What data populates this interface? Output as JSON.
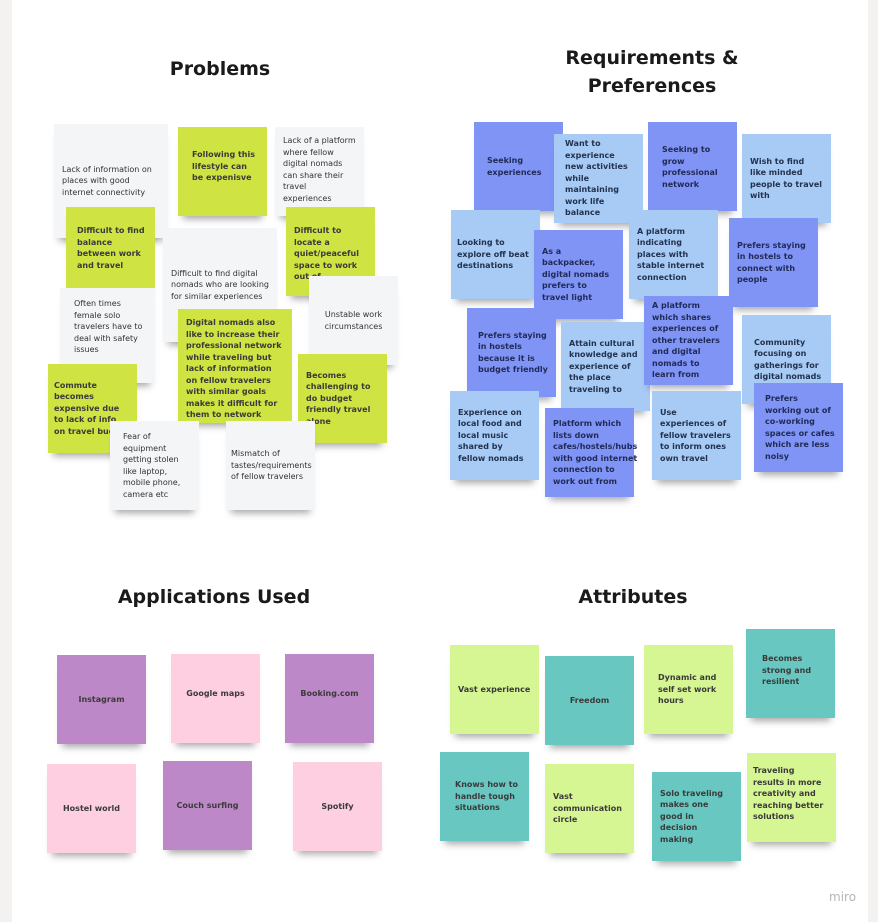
{
  "sections": {
    "problems": {
      "title": "Problems",
      "notes": [
        "Lack of information on places with good internet connectivity",
        "Following this lifestyle can be expenisve",
        "Lack of a platform where fellow digital nomads can share their travel experiences",
        "Difficult to find balance between work and travel",
        "Difficult to find digital nomads who are looking for similar experiences",
        "Difficult to locate a quiet/peaceful space to work out of",
        "Often times female solo travelers have to deal with safety issues",
        "Unstable work circumstances",
        "Digital nomads also like to increase their professional network while traveling but lack of information on fellow travelers with similar goals makes it difficult for them to network",
        "Commute becomes expensive due to lack of info on travel buddy",
        "Becomes challenging to do budget friendly travel alone",
        "Fear of equipment getting stolen like laptop, mobile phone, camera etc",
        "Mismatch of tastes/requirements of fellow travelers"
      ]
    },
    "requirements": {
      "title": "Requirements & Preferences",
      "notes": [
        "Seeking experiences",
        "Want to experience new activities while maintaining work life balance",
        "Seeking to grow professional network",
        "Wish to find like minded people to travel with",
        "Looking to explore off beat destinations",
        "As a backpacker, digital nomads prefers to travel light",
        "A platform indicating places with stable internet connection",
        "Prefers staying in hostels to connect with people",
        "Prefers staying in hostels because it is budget friendly",
        "Attain cultural knowledge and experience of the place traveling to",
        "A platform which shares experiences of other travelers and digital nomads to learn from",
        "Community focusing on gatherings for digital nomads",
        "Experience on local food and local music shared by fellow nomads",
        "Platform which lists down cafes/hostels/hubs with good internet connection to work out from",
        "Use experiences of fellow travelers to inform ones own travel",
        "Prefers working out of co-working spaces or cafes which are less noisy"
      ]
    },
    "applications": {
      "title": "Applications Used",
      "notes": [
        "Instagram",
        "Google maps",
        "Booking.com",
        "Hostel world",
        "Couch surfing",
        "Spotify"
      ]
    },
    "attributes": {
      "title": "Attributes",
      "notes": [
        "Vast experience",
        "Freedom",
        "Dynamic and self set work hours",
        "Becomes strong and resilient",
        "Knows how to handle tough situations",
        "Vast communication circle",
        "Solo traveling makes one good in decision making",
        "Traveling results in more creativity and reaching better solutions"
      ]
    }
  },
  "branding": {
    "logo": "miro"
  },
  "colors": {
    "green": "#cfe443",
    "white": "#f4f5f7",
    "dark_blue": "#8094f6",
    "light_blue": "#a7cbf4",
    "purple": "#bd88c8",
    "pink": "#fecfe1",
    "light_green": "#d6f593",
    "teal": "#68c8c1"
  }
}
